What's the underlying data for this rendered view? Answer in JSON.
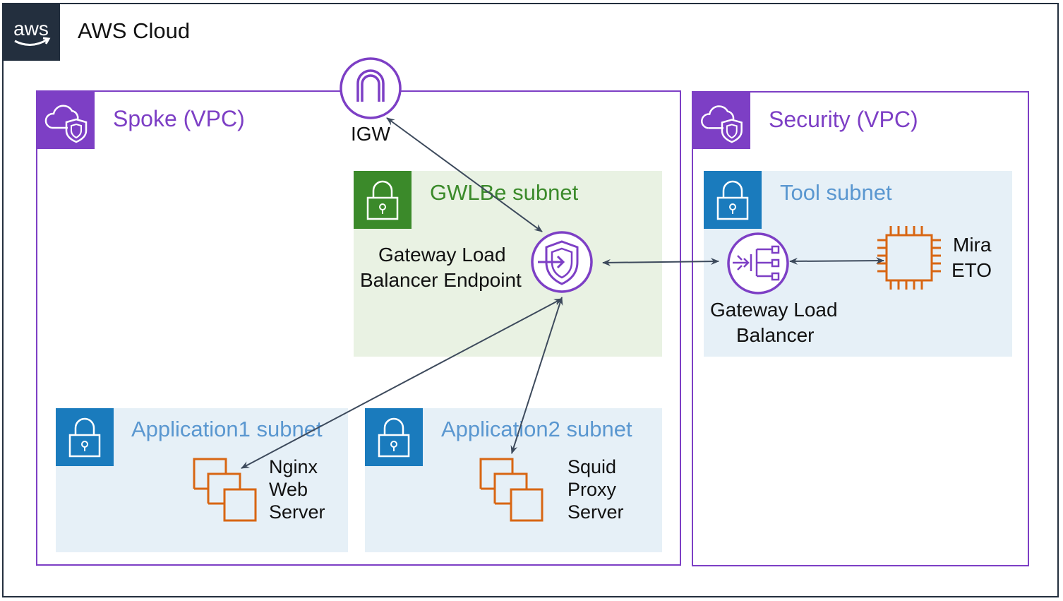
{
  "cloud": {
    "title": "AWS Cloud",
    "logo_text": "aws"
  },
  "spoke_vpc": {
    "title": "Spoke (VPC)"
  },
  "security_vpc": {
    "title": "Security (VPC)"
  },
  "igw": {
    "label": "IGW"
  },
  "gwlbe_subnet": {
    "title": "GWLBe subnet",
    "endpoint_label_line1": "Gateway Load",
    "endpoint_label_line2": "Balancer Endpoint"
  },
  "tool_subnet": {
    "title": "Tool subnet",
    "gwlb_label_line1": "Gateway Load",
    "gwlb_label_line2": "Balancer",
    "mira_line1": "Mira",
    "mira_line2": "ETO"
  },
  "app1_subnet": {
    "title": "Application1 subnet",
    "server_line1": "Nginx",
    "server_line2": "Web",
    "server_line3": "Server"
  },
  "app2_subnet": {
    "title": "Application2 subnet",
    "server_line1": "Squid",
    "server_line2": "Proxy",
    "server_line3": "Server"
  },
  "colors": {
    "vpc": "#7d3fc5",
    "subnet_blue": "#e6f0f7",
    "subnet_green": "#e9f2e3",
    "lock_blue": "#1a7bbd",
    "lock_green": "#3b8a2a",
    "orange": "#d86613",
    "arrow": "#3d4a5c",
    "aws_dark": "#232f3e"
  }
}
